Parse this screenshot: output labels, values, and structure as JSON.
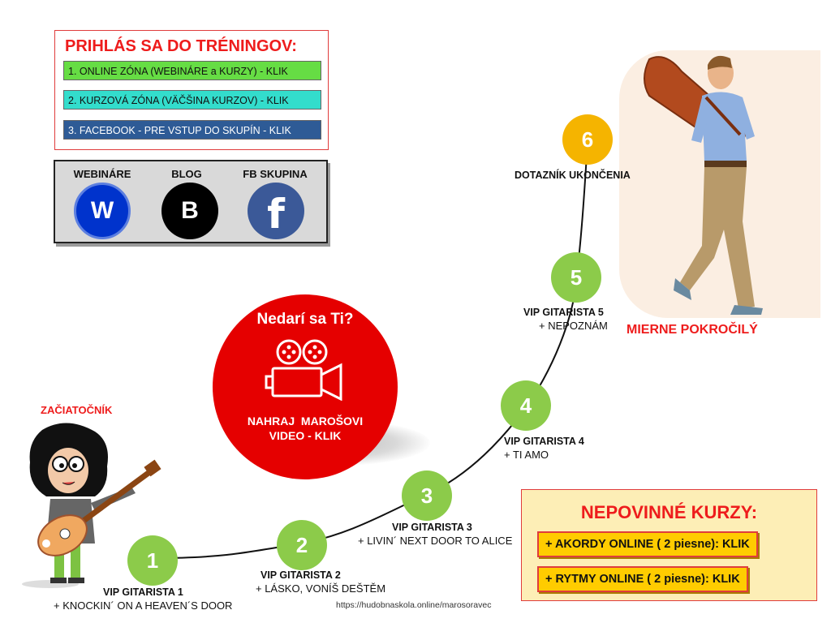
{
  "login": {
    "title": "PRIHLÁS SA DO TRÉNINGOV:",
    "items": [
      {
        "label": "1. ONLINE ZÓNA (WEBINÁRE a KURZY) - KLIK"
      },
      {
        "label": "2. KURZOVÁ ZÓNA (VÄČŠINA KURZOV) - KLIK"
      },
      {
        "label": "3. FACEBOOK - PRE VSTUP DO SKUPÍN - KLIK"
      }
    ]
  },
  "social": {
    "items": [
      {
        "label": "WEBINÁRE",
        "letter": "W",
        "color": "#0033cc"
      },
      {
        "label": "BLOG",
        "letter": "B",
        "color": "#000000"
      },
      {
        "label": "FB SKUPINA",
        "letter": "f",
        "color": "#3b5998"
      }
    ]
  },
  "video": {
    "title": "Nedarí sa Ti?",
    "line1": "NAHRAJ  MAROŠOVI",
    "line2": "VIDEO - KLIK",
    "icon": "video-camera-icon"
  },
  "levels": {
    "beginner": "ZAČIATOČNÍK",
    "advanced": "MIERNE POKROČILÝ"
  },
  "milestones": [
    {
      "number": "1",
      "title": "VIP GITARISTA 1",
      "sub": "+ KNOCKIN´ ON A HEAVEN´S DOOR"
    },
    {
      "number": "2",
      "title": "VIP GITARISTA 2",
      "sub": "+ LÁSKO, VONÍŠ DEŠTĚM"
    },
    {
      "number": "3",
      "title": "VIP GITARISTA 3",
      "sub": "+ LIVIN´ NEXT DOOR TO ALICE"
    },
    {
      "number": "4",
      "title": "VIP GITARISTA 4",
      "sub": "+ TI AMO"
    },
    {
      "number": "5",
      "title": "VIP GITARISTA 5",
      "sub": "+ NEPOZNÁM"
    },
    {
      "number": "6",
      "title": "DOTAZNÍK UKONČENIA",
      "sub": ""
    }
  ],
  "optional": {
    "title": "NEPOVINNÉ KURZY:",
    "items": [
      {
        "label": "+ AKORDY ONLINE ( 2 piesne): KLIK"
      },
      {
        "label": "+ RYTMY ONLINE ( 2 piesne): KLIK"
      }
    ]
  },
  "footer": {
    "url": "https://hudobnaskola.online/marosoravec"
  },
  "colors": {
    "accent_red": "#ee1c1c",
    "milestone_green": "#8ccb4a",
    "milestone_final": "#f5b400"
  }
}
